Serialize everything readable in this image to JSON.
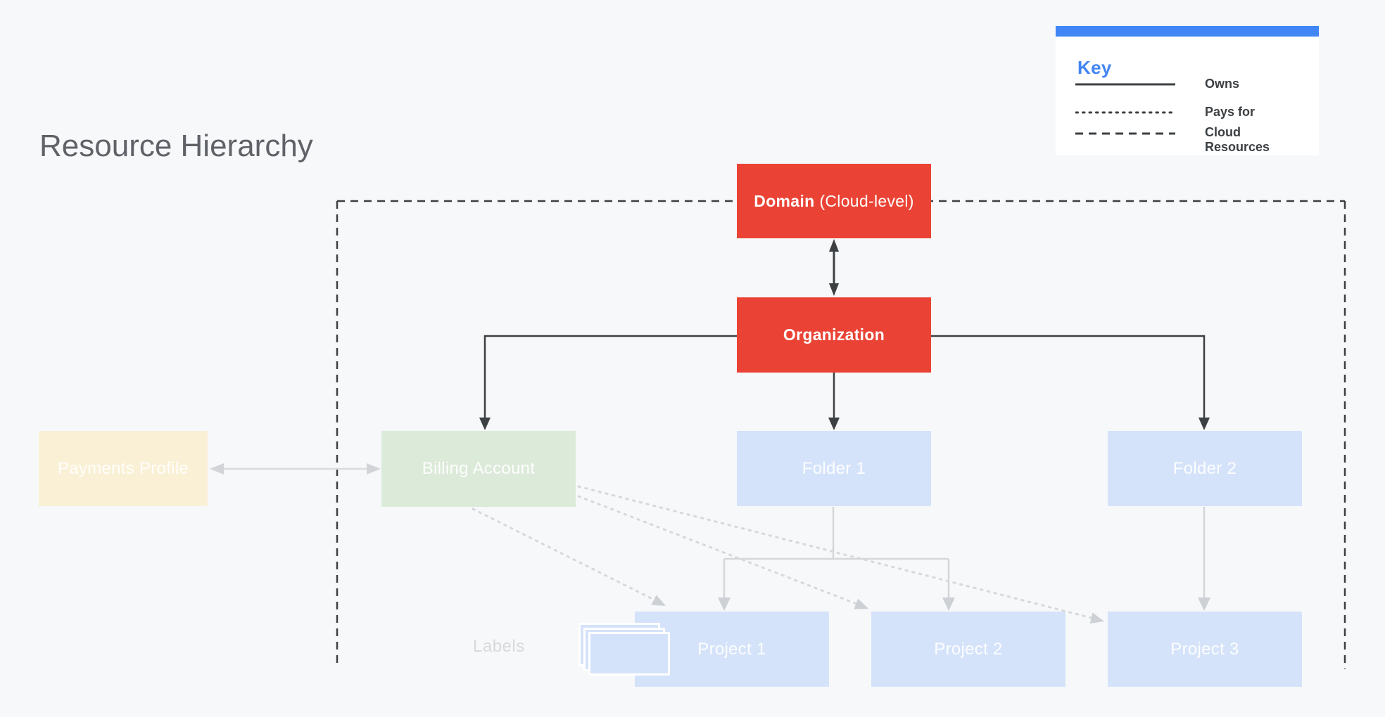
{
  "title": "Resource Hierarchy",
  "key": {
    "title": "Key",
    "items": [
      {
        "style": "solid",
        "label": "Owns"
      },
      {
        "style": "dotted",
        "label": "Pays for"
      },
      {
        "style": "dashed",
        "label": "Cloud Resources"
      }
    ]
  },
  "nodes": {
    "domain_bold": "Domain",
    "domain_rest": "(Cloud-level)",
    "organization": "Organization",
    "payments_profile": "Payments Profile",
    "billing_account": "Billing Account",
    "folder1": "Folder 1",
    "folder2": "Folder 2",
    "project1": "Project 1",
    "project2": "Project 2",
    "project3": "Project 3",
    "labels_caption": "Labels"
  },
  "edges": [
    {
      "from": "Domain",
      "to": "Organization",
      "type": "owns",
      "bidirectional": true
    },
    {
      "from": "Organization",
      "to": "Billing Account",
      "type": "owns"
    },
    {
      "from": "Organization",
      "to": "Folder 1",
      "type": "owns"
    },
    {
      "from": "Organization",
      "to": "Folder 2",
      "type": "owns"
    },
    {
      "from": "Payments Profile",
      "to": "Billing Account",
      "type": "owns",
      "bidirectional": true
    },
    {
      "from": "Folder 1",
      "to": "Project 1",
      "type": "owns"
    },
    {
      "from": "Folder 1",
      "to": "Project 2",
      "type": "owns"
    },
    {
      "from": "Folder 2",
      "to": "Project 3",
      "type": "owns"
    },
    {
      "from": "Billing Account",
      "to": "Project 1",
      "type": "pays_for"
    },
    {
      "from": "Billing Account",
      "to": "Project 2",
      "type": "pays_for"
    },
    {
      "from": "Billing Account",
      "to": "Project 3",
      "type": "pays_for"
    },
    {
      "boundary": "Cloud Resources",
      "style": "dashed",
      "contains": [
        "Domain",
        "Organization",
        "Billing Account",
        "Folder 1",
        "Folder 2",
        "Project 1",
        "Project 2",
        "Project 3"
      ]
    }
  ],
  "colors": {
    "bg": "#f7f8fa",
    "red": "#ea4335",
    "blue_fill": "#d5e3fa",
    "green_fill": "#dcead9",
    "cream_fill": "#faf0d5",
    "key_blue": "#4285f4",
    "dark_line": "#3c4043",
    "gray_line": "#d4d6d9"
  }
}
